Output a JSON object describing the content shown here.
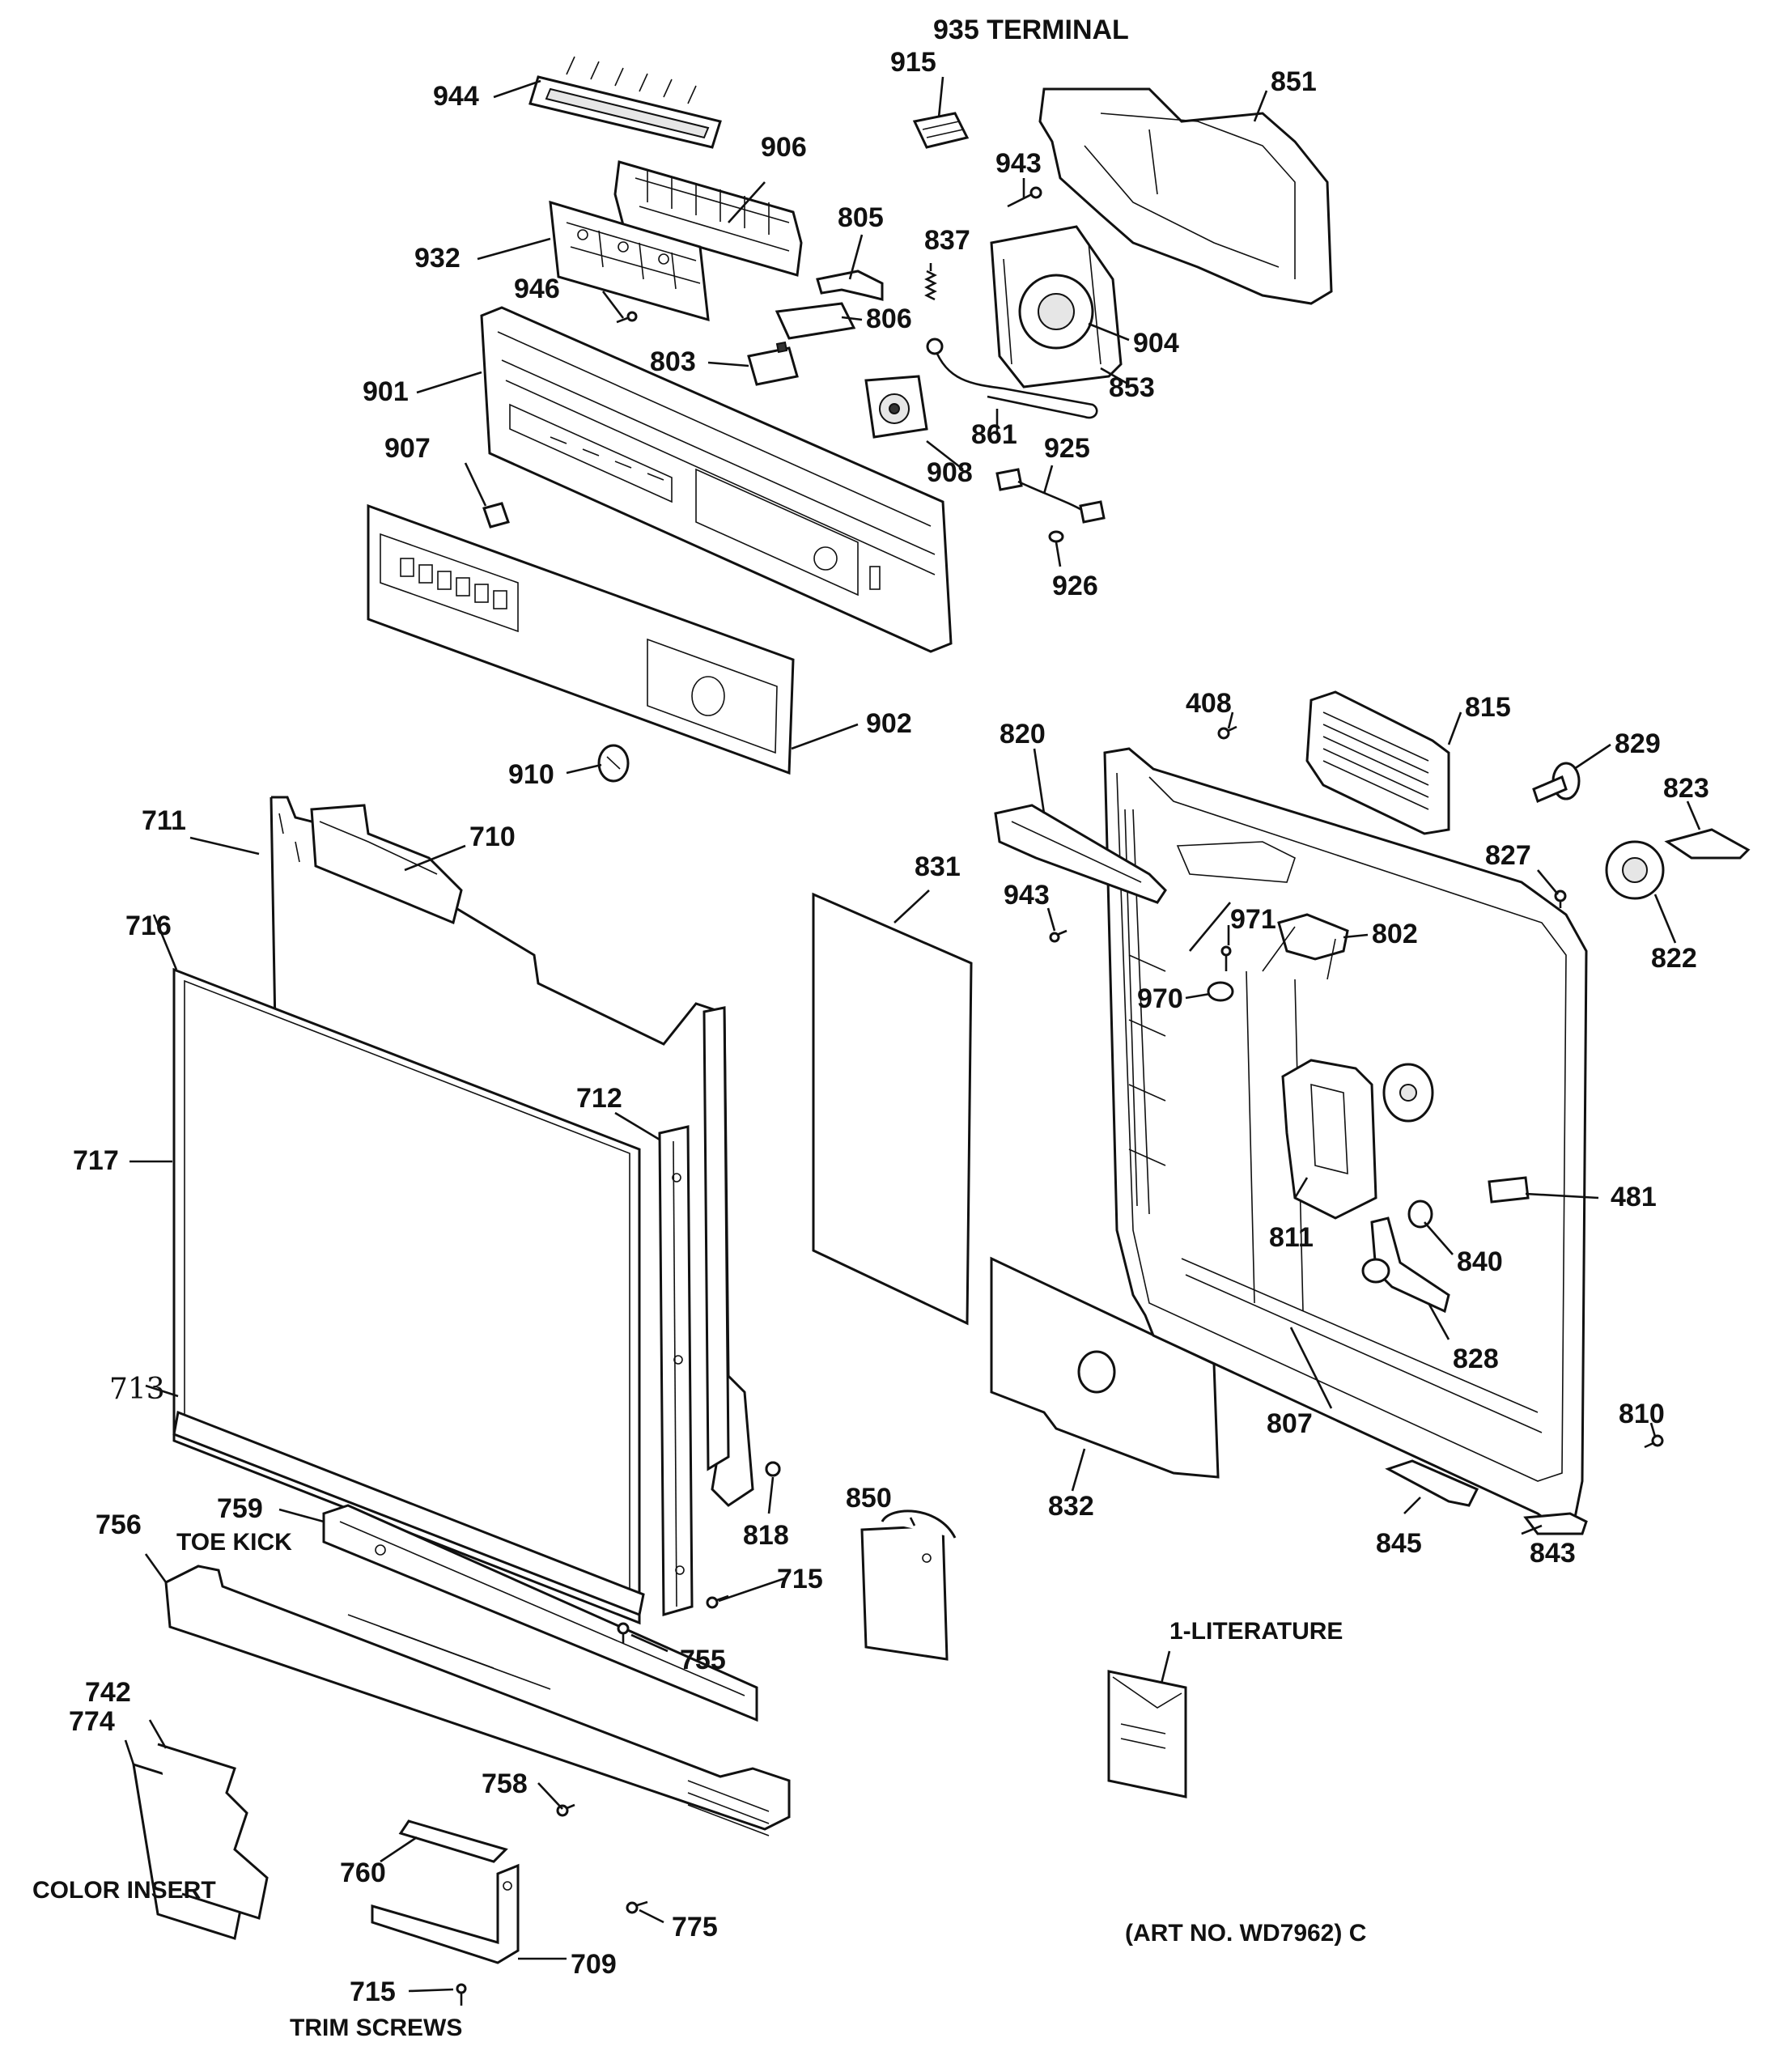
{
  "title": "935 TERMINAL",
  "art_number": "(ART NO. WD7962) C",
  "captions": {
    "literature": "1-LITERATURE",
    "toe_kick": "TOE KICK",
    "color_insert": "COLOR INSERT",
    "trim_screws": "TRIM SCREWS"
  },
  "labels": {
    "p944": "944",
    "p915": "915",
    "p851": "851",
    "p906": "906",
    "p943a": "943",
    "p805": "805",
    "p837": "837",
    "p932": "932",
    "p946": "946",
    "p806": "806",
    "p904": "904",
    "p803": "803",
    "p901": "901",
    "p853": "853",
    "p861": "861",
    "p907": "907",
    "p925": "925",
    "p908": "908",
    "p926": "926",
    "p408": "408",
    "p815": "815",
    "p902": "902",
    "p829": "829",
    "p820": "820",
    "p823": "823",
    "p910": "910",
    "p711": "711",
    "p710": "710",
    "p831": "831",
    "p827": "827",
    "p716": "716",
    "p943b": "943",
    "p971": "971",
    "p802": "802",
    "p822": "822",
    "p970": "970",
    "p712": "712",
    "p717": "717",
    "p481": "481",
    "p811": "811",
    "p840": "840",
    "p828": "828",
    "p713": "713",
    "p807": "807",
    "p810": "810",
    "p850": "850",
    "p832": "832",
    "p818": "818",
    "p759": "759",
    "p756": "756",
    "p845": "845",
    "p843": "843",
    "p715a": "715",
    "p755": "755",
    "p742": "742",
    "p774": "774",
    "p758": "758",
    "p760": "760",
    "p775": "775",
    "p709": "709",
    "p715b": "715"
  }
}
